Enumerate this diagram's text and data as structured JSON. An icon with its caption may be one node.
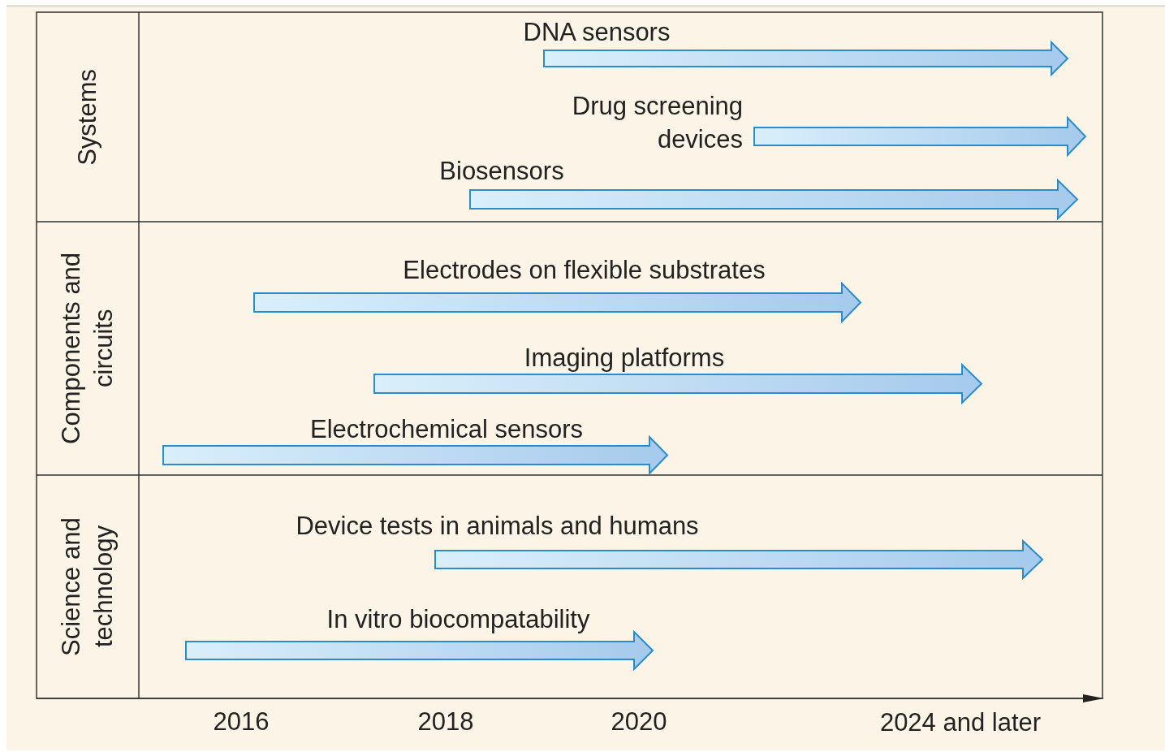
{
  "diagram": {
    "nodes": [
      {
        "text": [
          "Systems"
        ]
      },
      {
        "text": [
          "DNA sensors"
        ],
        "in": 0
      },
      {
        "text": [
          "Drug screening devices"
        ],
        "in": 0
      },
      {
        "text": [
          "Biosensors"
        ],
        "in": 0
      },
      {
        "text": [
          "Components and circuits"
        ]
      },
      {
        "text": [
          "Electrodes on flexible substrates"
        ],
        "in": 4
      },
      {
        "text": [
          "Imaging platforms"
        ],
        "in": 4
      },
      {
        "text": [
          "Electrochemical sensors"
        ],
        "in": 4
      },
      {
        "text": [
          "Science and technology"
        ]
      },
      {
        "text": [
          "Device tests in animals and humans"
        ],
        "in": 8
      },
      {
        "text": [
          "In vitro biocompatability"
        ],
        "in": 8
      }
    ],
    "edges": [],
    "labels": [
      "2016",
      "2018",
      "2020",
      "2024 and later"
    ]
  }
}
